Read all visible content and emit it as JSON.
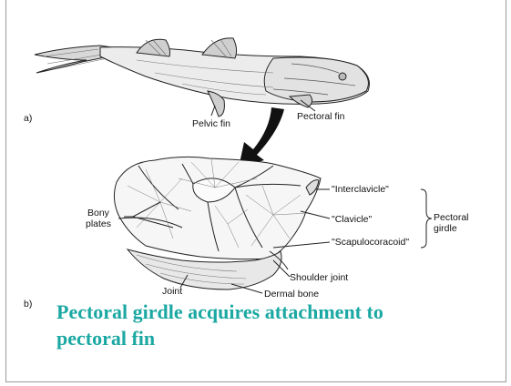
{
  "panel_a": {
    "panel_label": "a)",
    "pelvic_fin": "Pelvic fin",
    "pectoral_fin": "Pectoral fin"
  },
  "panel_b": {
    "panel_label": "b)",
    "bony_plates_line1": "Bony",
    "bony_plates_line2": "plates",
    "interclavicle": "\"Interclavicle\"",
    "clavicle": "\"Clavicle\"",
    "scapulocoracoid": "\"Scapulocoracoid\"",
    "pectoral_girdle_line1": "Pectoral",
    "pectoral_girdle_line2": "girdle",
    "shoulder_joint": "Shoulder joint",
    "joint": "Joint",
    "dermal_bone": "Dermal bone"
  },
  "caption": "Pectoral girdle acquires attachment to pectoral fin",
  "colors": {
    "caption": "#1ba8a3",
    "border": "#9a9a9a",
    "ink": "#111111"
  }
}
